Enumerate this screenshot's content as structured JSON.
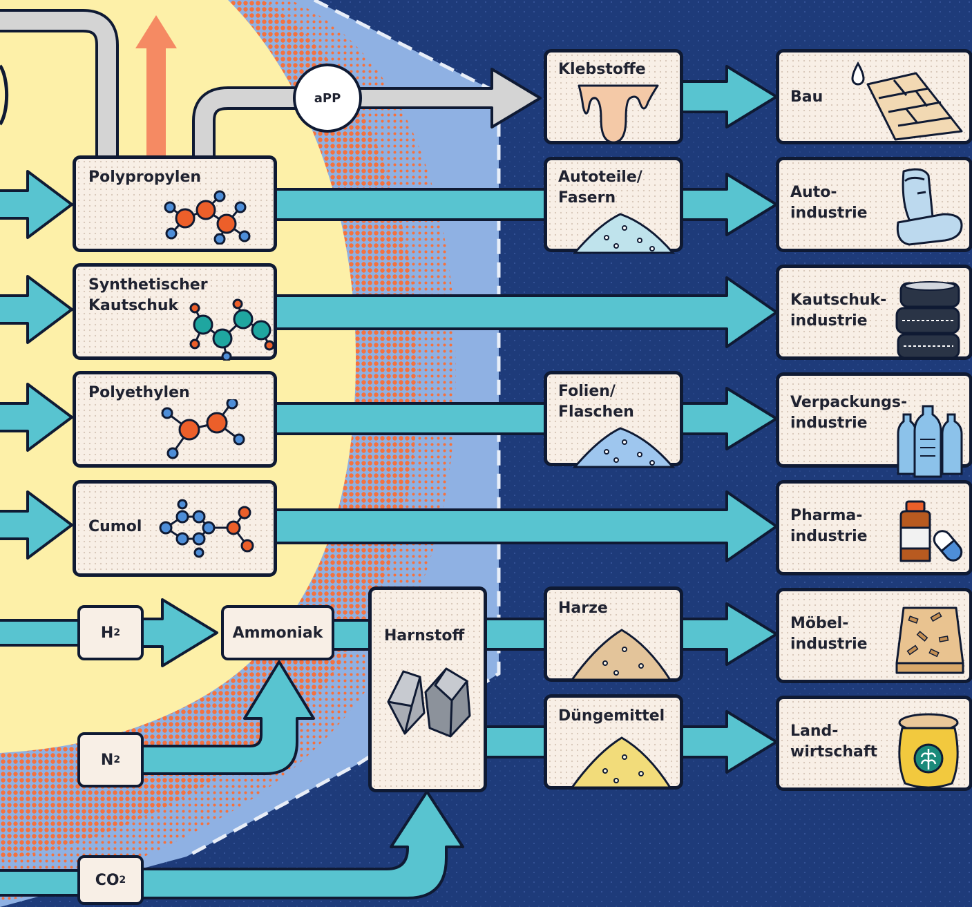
{
  "circles": {
    "app": "aPP"
  },
  "inputs": {
    "h2": {
      "main": "H",
      "sub": "2"
    },
    "n2": {
      "main": "N",
      "sub": "2"
    },
    "co2": {
      "main": "CO",
      "sub": "2"
    }
  },
  "intermediates": {
    "polypropylen": "Polypropylen",
    "synth_kautschuk": "Synthetischer\nKautschuk",
    "polyethylen": "Polyethylen",
    "cumol": "Cumol",
    "ammoniak": "Ammoniak",
    "harnstoff": "Harnstoff"
  },
  "products": {
    "klebstoffe": "Klebstoffe",
    "autoteile": "Autoteile/\nFasern",
    "folien": "Folien/\nFlaschen",
    "harze": "Harze",
    "duengemittel": "Düngemittel"
  },
  "industries": {
    "bau": "Bau",
    "auto": "Auto-\nindustrie",
    "kautschuk": "Kautschuk-\nindustrie",
    "verpackung": "Verpackungs-\nindustrie",
    "pharma": "Pharma-\nindustrie",
    "moebel": "Möbel-\nindustrie",
    "landwirtschaft": "Land-\nwirtschaft"
  },
  "colors": {
    "background": "#1e3b7a",
    "zone_light": "#fdf0a8",
    "zone_halftone": "#f5713d",
    "zone_blue": "#8fb1e3",
    "flow_arrow": "#58c4d0",
    "gray_arrow": "#d4d4d4",
    "outline": "#0f1a33",
    "box_fill": "#f8efe6"
  }
}
